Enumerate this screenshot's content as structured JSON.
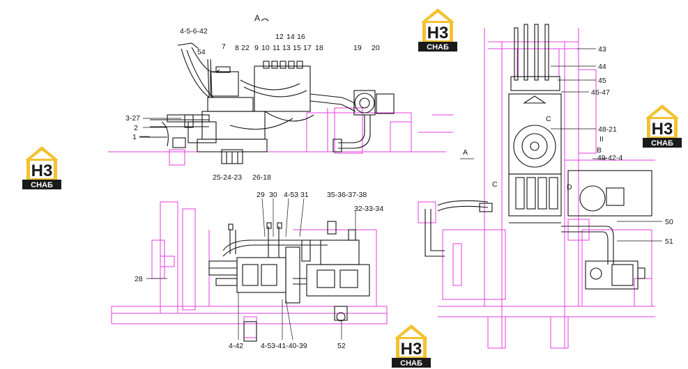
{
  "view_labels": {
    "A": "A",
    "B": "B",
    "C": "C",
    "D": "D",
    "II": "II"
  },
  "callouts": {
    "c_4_5_6_42": "4-5-6-42",
    "c_54": "54",
    "c_7": "7",
    "c_8": "8",
    "c_22": "22",
    "c_9": "9",
    "c_10": "10",
    "c_11": "11",
    "c_12": "12",
    "c_13": "13",
    "c_14": "14",
    "c_15": "15",
    "c_16": "16",
    "c_17": "17",
    "c_18": "18",
    "c_19": "19",
    "c_20": "20",
    "c_3_27": "3-27",
    "c_2": "2",
    "c_1": "1",
    "c_25_24_23": "25-24-23",
    "c_26_18": "26-18",
    "c_29": "29",
    "c_30": "30",
    "c_4_53": "4-53",
    "c_31": "31",
    "c_35_36_37_38": "35-36-37-38",
    "c_32_33_34": "32-33-34",
    "c_28": "28",
    "c_4_42": "4-42",
    "c_4_53_41_40_39": "4-53-41-40-39",
    "c_52": "52",
    "c_43": "43",
    "c_44": "44",
    "c_45": "45",
    "c_46_47": "46-47",
    "c_48_21": "48-21",
    "c_49_42_4": "49-42-4",
    "c_50": "50",
    "c_51": "51"
  },
  "watermark": {
    "logo_text": "H3",
    "word": "СНАБ",
    "color_dark": "#1a1a1a",
    "color_accent": "#f2c230"
  },
  "colors": {
    "frame": "#e43be0",
    "ink": "#111111"
  }
}
